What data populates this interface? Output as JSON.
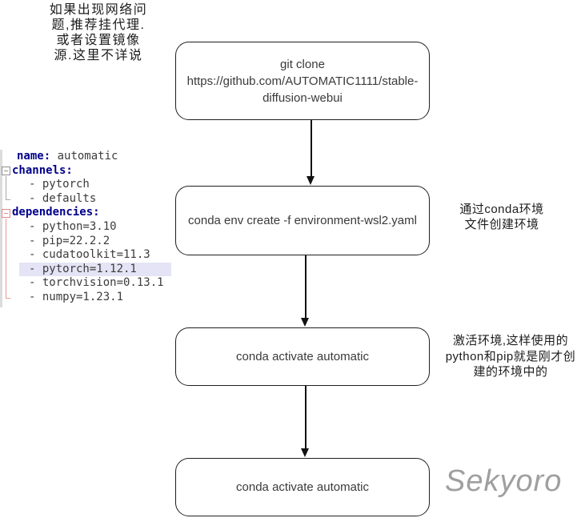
{
  "notes": {
    "network_tip": "如果出现网络问\n题,推荐挂代理.\n或者设置镜像\n源.这里不详说",
    "create_env": "通过conda环境\n文件创建环境",
    "activate_env": "激活环境,这样使用的\npython和pip就是刚才创\n建的环境中的"
  },
  "watermark": "Sekyoro",
  "flowchart": {
    "nodes": [
      {
        "id": "git-clone",
        "label": "git clone\nhttps://github.com/AUTOMATIC1111/stable-\ndiffusion-webui"
      },
      {
        "id": "conda-env-create",
        "label": "conda env create -f environment-wsl2.yaml"
      },
      {
        "id": "conda-activate-1",
        "label": "conda activate automatic"
      },
      {
        "id": "conda-activate-2",
        "label": "conda activate automatic"
      }
    ]
  },
  "code_snippet": {
    "language": "yaml",
    "colors": {
      "keyword": "#00008b",
      "text": "#3c3c3c",
      "highlight_bg": "#e4e4f6",
      "fold_marker_gray": "#8f8f8f",
      "fold_marker_red": "#e08a8a"
    },
    "lines": [
      {
        "key": "name:",
        "value": " automatic"
      },
      {
        "key": "channels:"
      },
      {
        "value": "- pytorch"
      },
      {
        "value": "- defaults"
      },
      {
        "key": "dependencies:"
      },
      {
        "value": "- python=3.10"
      },
      {
        "value": "- pip=22.2.2"
      },
      {
        "value": "- cudatoolkit=11.3"
      },
      {
        "value": "- pytorch=1.12.1",
        "highlighted": true
      },
      {
        "value": "- torchvision=0.13.1"
      },
      {
        "value": "- numpy=1.23.1"
      }
    ]
  }
}
